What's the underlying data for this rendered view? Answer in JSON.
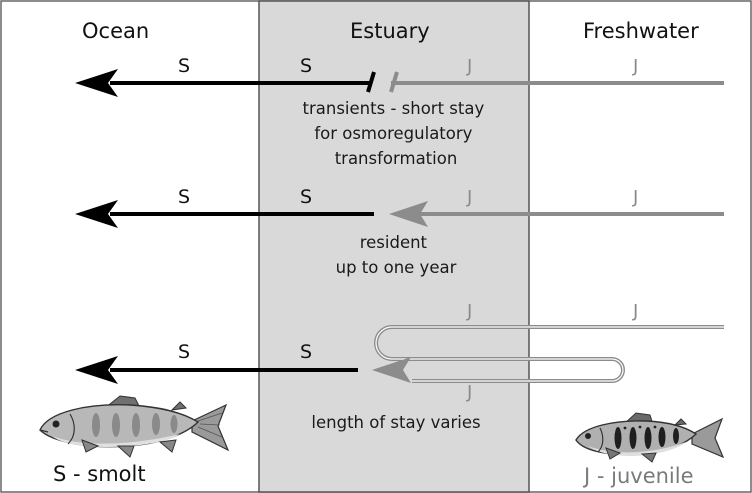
{
  "zones": {
    "ocean": "Ocean",
    "estuary": "Estuary",
    "freshwater": "Freshwater"
  },
  "pathways": [
    {
      "id": "transients",
      "ocean_label": "S",
      "estuary_left_label": "S",
      "estuary_right_label": "J",
      "freshwater_label": "J",
      "description": [
        "transients - short stay",
        "for osmoregulatory",
        "transformation"
      ]
    },
    {
      "id": "resident",
      "ocean_label": "S",
      "estuary_left_label": "S",
      "estuary_right_label": "J",
      "freshwater_label": "J",
      "description": [
        "resident",
        "up to one year"
      ]
    },
    {
      "id": "variable",
      "ocean_label": "S",
      "estuary_left_label": "S",
      "upper_estuary_label": "J",
      "upper_freshwater_label": "J",
      "lower_estuary_label": "J",
      "description": [
        "length of stay varies"
      ]
    }
  ],
  "legend": {
    "smolt": "S - smolt",
    "juvenile": "J - juvenile"
  },
  "colors": {
    "estuary_fill": "#d9d9d9",
    "smolt_arrow": "#000000",
    "juvenile_arrow": "#8c8c8c",
    "border": "#555555"
  },
  "icons": {
    "smolt": "smolt-fish-icon",
    "juvenile": "juvenile-fish-icon"
  }
}
